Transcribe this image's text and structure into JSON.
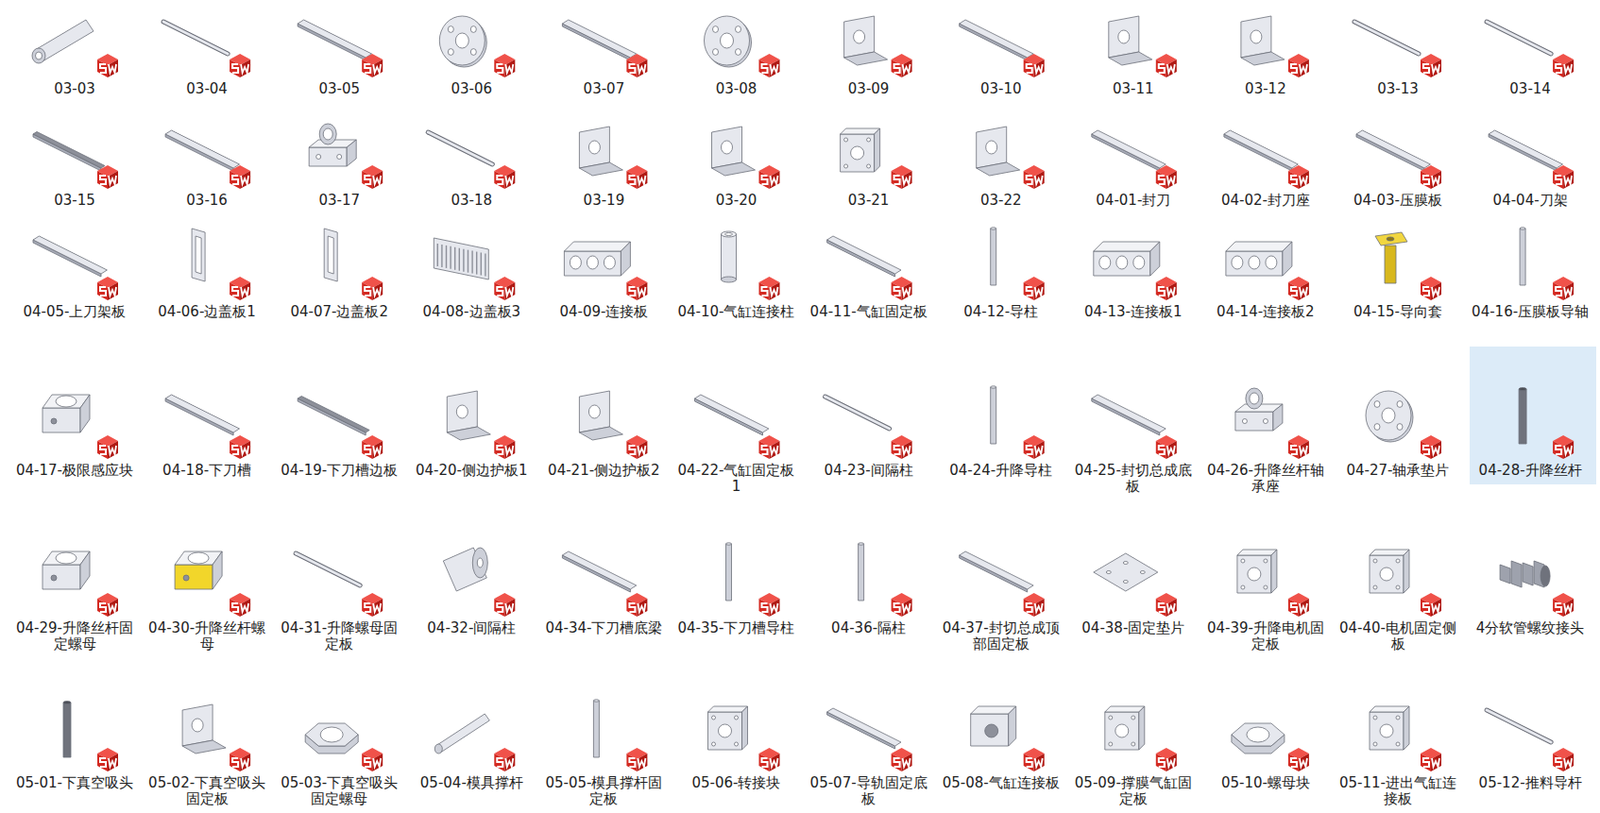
{
  "diagram": {
    "labels": [
      "03-03",
      "03-04",
      "03-05",
      "03-06",
      "03-07",
      "03-08",
      "03-09",
      "03-10",
      "03-11",
      "03-12",
      "03-13",
      "03-14",
      "03-15",
      "03-16",
      "03-17",
      "03-18",
      "03-19",
      "03-20",
      "03-21",
      "03-22",
      "04-01-封刀",
      "04-02-封刀座",
      "04-03-压膜板",
      "04-04-刀架",
      "04-05-上刀架板",
      "04-06-边盖板1",
      "04-07-边盖板2",
      "04-08-边盖板3",
      "04-09-连接板",
      "04-10-气缸连接柱",
      "04-11-气缸固定板",
      "04-12-导柱",
      "04-13-连接板1",
      "04-14-连接板2",
      "04-15-导向套",
      "04-16-压膜板导轴",
      "04-17-极限感应块",
      "04-18-下刀槽",
      "04-19-下刀槽边板",
      "04-20-侧边护板1",
      "04-21-侧边护板2",
      "04-22-气缸固定板1",
      "04-23-间隔柱",
      "04-24-升降导柱",
      "04-25-封切总成底板",
      "04-26-升降丝杆轴承座",
      "04-27-轴承垫片",
      "04-28-升降丝杆",
      "04-29-升降丝杆固定螺母",
      "04-30-升降丝杆螺母",
      "04-31-升降螺母固定板",
      "04-32-间隔柱",
      "04-34-下刀槽底梁",
      "04-35-下刀槽导柱",
      "04-36-隔柱",
      "04-37-封切总成顶部固定板",
      "04-38-固定垫片",
      "04-39-升降电机固定板",
      "04-40-电机固定侧板",
      "4分软管螺纹接头",
      "05-01-下真空吸头",
      "05-02-下真空吸头固定板",
      "05-03-下真空吸头固定螺母",
      "05-04-模具撑杆",
      "05-05-模具撑杆固定板",
      "05-06-转接块",
      "05-07-导轨固定底板",
      "05-08-气缸连接板",
      "05-09-撑膜气缸固定板",
      "05-10-螺母块",
      "05-11-进出气缸连接板",
      "05-12-推料导杆"
    ]
  }
}
